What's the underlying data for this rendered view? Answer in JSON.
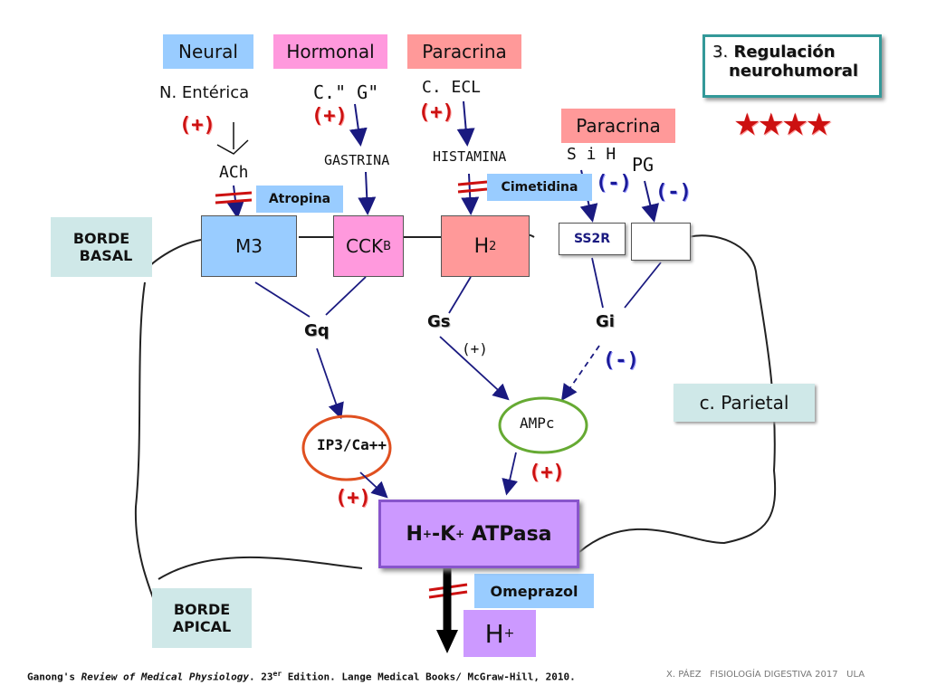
{
  "colors": {
    "blue": "#99ccff",
    "pink": "#ff99dd",
    "salmon": "#ff9999",
    "teal": "#cfe8e8",
    "purple": "#cc99ff",
    "red": "#cc1111",
    "navy": "#1a1a80"
  },
  "header": {
    "neural": "Neural",
    "hormonal": "Hormonal",
    "paracrina_top": "Paracrina",
    "paracrina_right": "Paracrina",
    "title_num": "3.",
    "title_line1": "Regulación",
    "title_line2": "neurohumoral",
    "stars": "★★★★"
  },
  "sources": {
    "enterica": "N. Entérica",
    "cg": "C.\" G\"",
    "ecl": "C. ECL",
    "sih": "S i H",
    "pg": "PG"
  },
  "mediators": {
    "ach": "ACh",
    "gastrina": "GASTRINA",
    "histamina": "HISTAMINA"
  },
  "signs": {
    "plus": "(+)",
    "minus": "(-)",
    "plus_small": "(+)"
  },
  "drugs": {
    "atropina": "Atropina",
    "cimetidina": "Cimetidina",
    "omeprazol": "Omeprazol"
  },
  "receptors": {
    "m3": "M3",
    "cck": "CCK",
    "cck_sub": "B",
    "h2": "H",
    "h2_sub": "2",
    "ss2r": "SS2R"
  },
  "borders": {
    "basal_1": "BORDE",
    "basal_2": "BASAL",
    "apical_1": "BORDE",
    "apical_2": "APICAL"
  },
  "gproteins": {
    "gq": "Gq",
    "gs": "Gs",
    "gi": "Gi"
  },
  "second": {
    "ip3": "IP3/Ca++",
    "amp": "AMPc"
  },
  "pump": {
    "h": "H",
    "sup1": "+",
    "k": "-K",
    "sup2": "+",
    "atpasa": "ATPasa"
  },
  "proton": {
    "h": "H",
    "sup": "+"
  },
  "cell_label": "c. Parietal",
  "footer": {
    "citation_a": "Ganong's ",
    "citation_b": "Review of Medical Physiology",
    "citation_c": ". 23",
    "citation_sup": "er",
    "citation_d": " Edition. Lange Medical Books/ McGraw-Hill, 2010.",
    "credit": "X. PÁEZ   FISIOLOGÍA DIGESTIVA 2017   ULA"
  }
}
